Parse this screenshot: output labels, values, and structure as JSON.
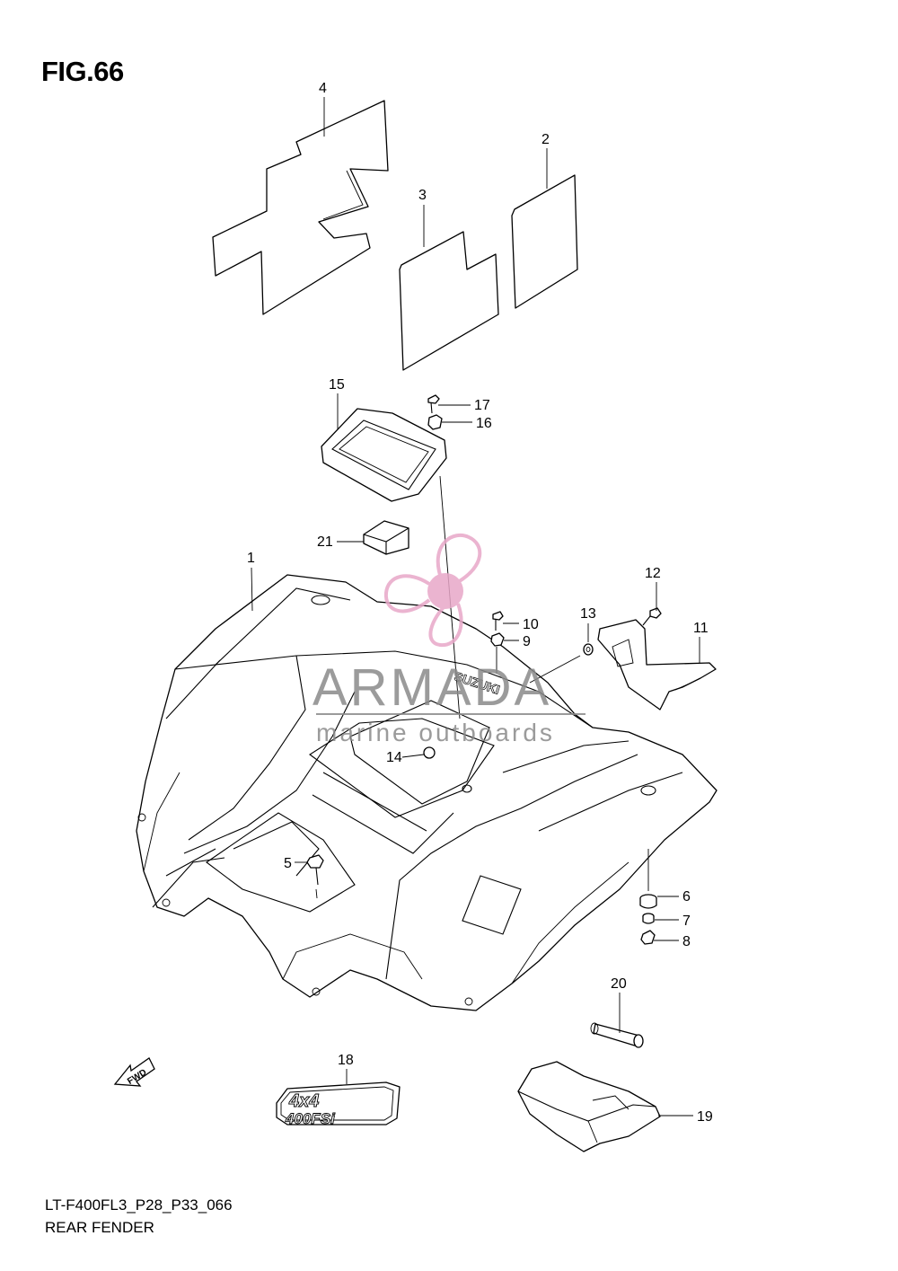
{
  "figure": {
    "title": "FIG.66",
    "model_code": "LT-F400FL3_P28_P33_066",
    "section_name": "REAR FENDER"
  },
  "watermark": {
    "brand": "ARMADA",
    "tagline": "marine outboards",
    "logo_color": "#e8a7c8"
  },
  "embossed_text": {
    "fender_brand": "SUZUKI",
    "emblem_top": "4x4",
    "emblem_bottom": "400FSi",
    "fwd_arrow": "FWD"
  },
  "callouts": [
    "1",
    "2",
    "3",
    "4",
    "5",
    "6",
    "7",
    "8",
    "9",
    "10",
    "11",
    "12",
    "13",
    "14",
    "15",
    "16",
    "17",
    "18",
    "19",
    "20",
    "21"
  ]
}
